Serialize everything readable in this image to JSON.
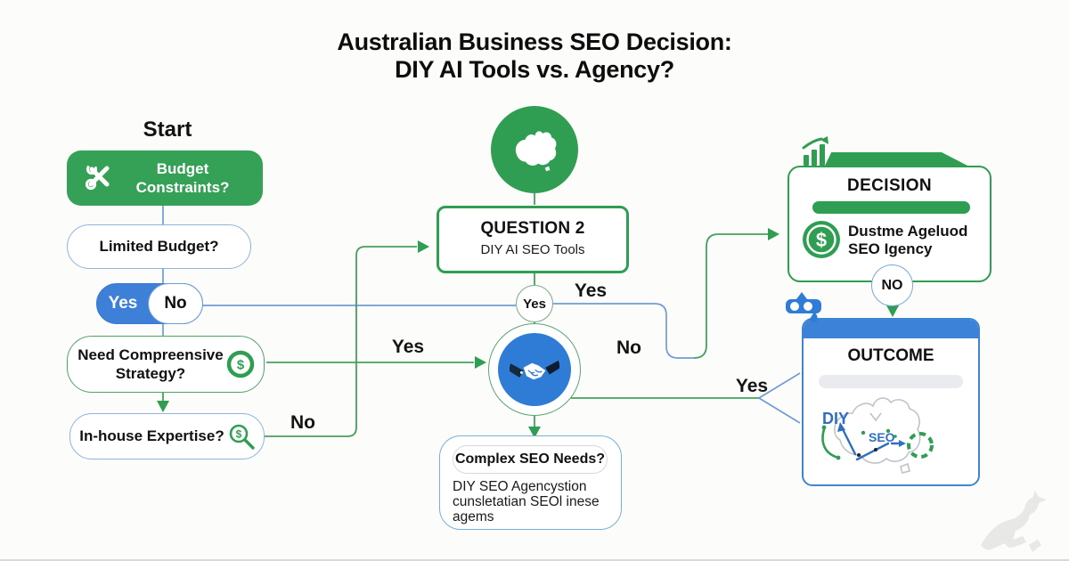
{
  "title": {
    "line1": "Australian Business SEO Decision:",
    "line2": "DIY AI Tools vs. Agency?"
  },
  "colors": {
    "green": "#2f9e52",
    "green_box": "#35a156",
    "blue_header": "#3b82d8",
    "pill_blue": "#3e7fd8",
    "line_green": "#43a05f",
    "line_blue": "#5b8fd0"
  },
  "left": {
    "start_label": "Start",
    "budget_label": "Budget Constraints?",
    "limited_label": "Limited Budget?",
    "toggle_yes": "Yes",
    "toggle_no": "No",
    "strategy_label": "Need Compreensive Strategy?",
    "expertise_label": "In-house Expertise?",
    "dollar_glyph": "$"
  },
  "center": {
    "question_title": "QUESTION 2",
    "question_subtitle": "DIY AI SEO Tools",
    "yes_circle_label": "Yes",
    "complex_box": {
      "title": "Complex SEO Needs?",
      "lines": [
        "DIY SEO Agencystion",
        "cunsletatian SEOl inese",
        "agems"
      ]
    }
  },
  "right": {
    "decision_title": "DECISION",
    "decision_line1": "Dustme Ageluod",
    "decision_line2": "SEO Igency",
    "no_badge": "NO",
    "outcome_title": "OUTCOME",
    "map": {
      "diy": "DIY",
      "seo": "SEO"
    },
    "dollar_glyph": "$"
  },
  "edge_labels": {
    "strategy_yes": "Yes",
    "expertise_no": "No",
    "loop_yes": "Yes",
    "loop_no": "No",
    "outcome_yes": "Yes"
  },
  "icons": {
    "tools": "crossed-tools-icon",
    "dollar": "dollar-circle-icon",
    "search_dollar": "search-dollar-icon",
    "australia": "australia-map-icon",
    "handshake": "handshake-icon",
    "growth_chart": "growth-chart-icon",
    "binoculars": "binoculars-icon",
    "refresh": "circular-arrows-icon",
    "kangaroo": "kangaroo-watermark"
  }
}
